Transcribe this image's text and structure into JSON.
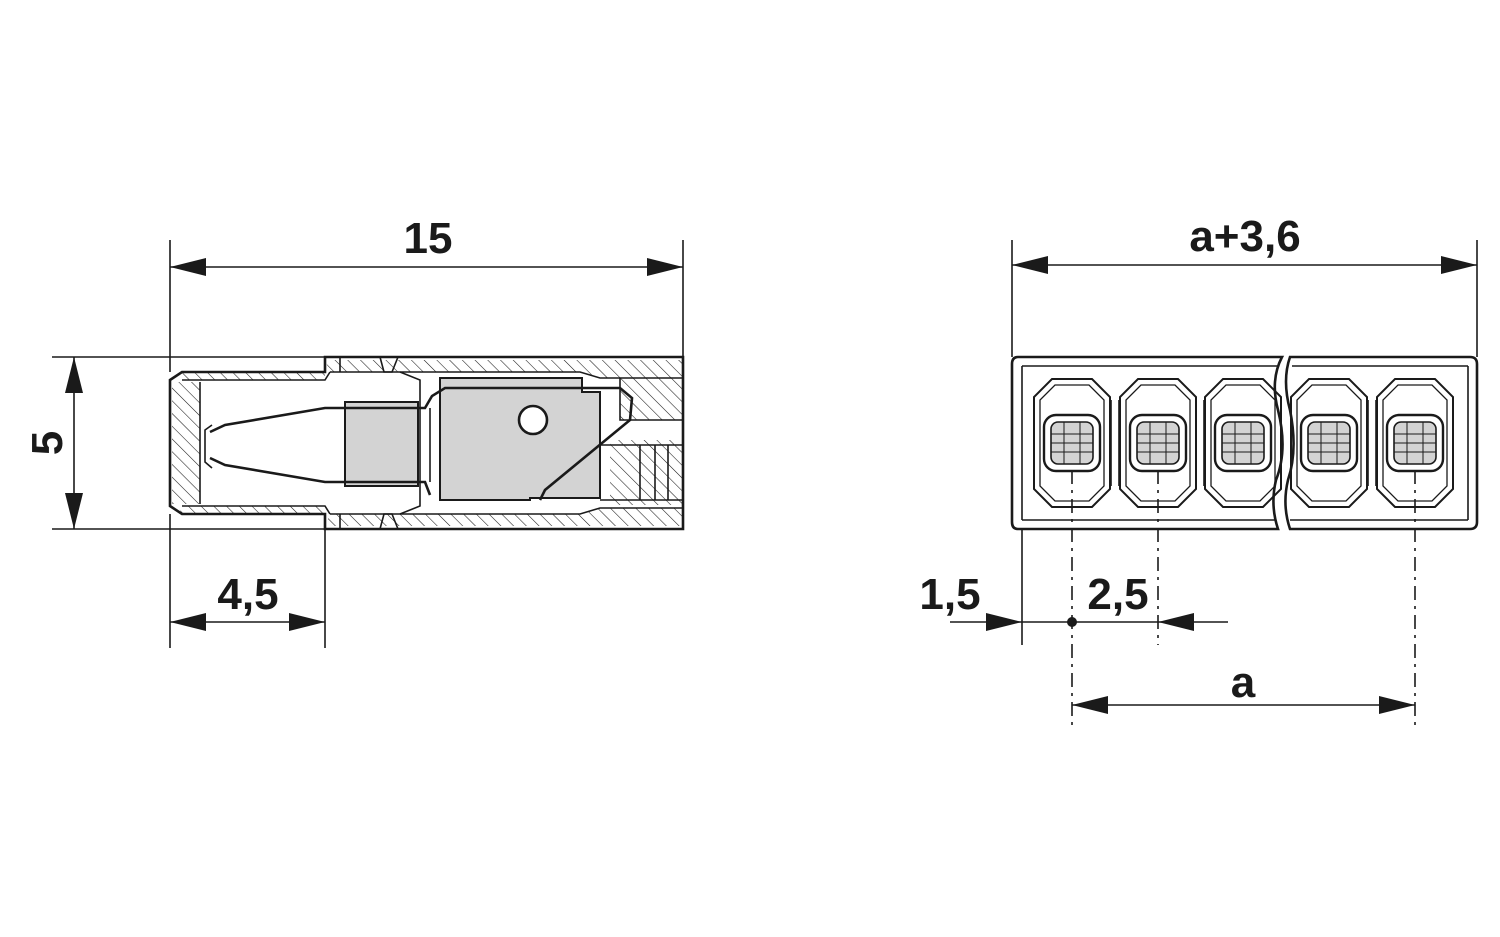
{
  "side_view": {
    "dim_length": "15",
    "dim_height": "5",
    "dim_section": "4,5"
  },
  "front_view": {
    "dim_width": "a+3,6",
    "dim_edge": "1,5",
    "dim_pitch": "2,5",
    "dim_span": "a"
  }
}
